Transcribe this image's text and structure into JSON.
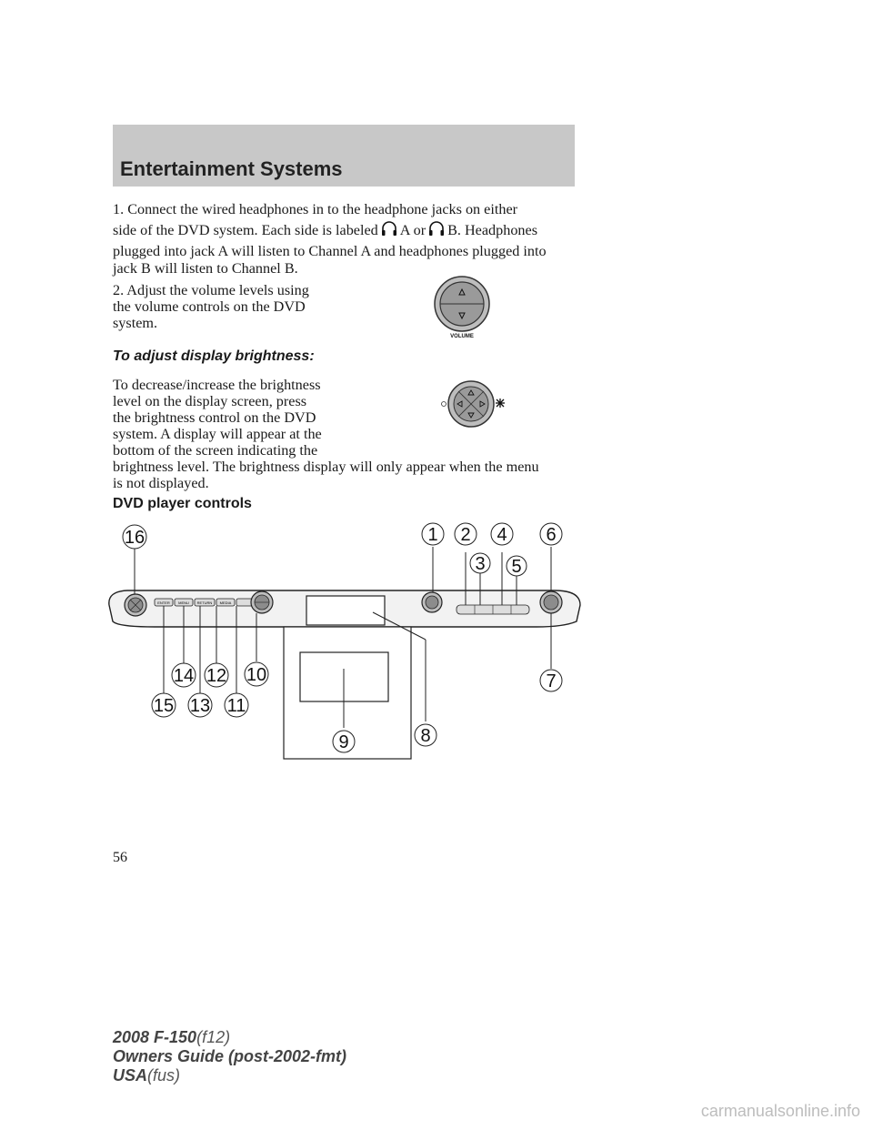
{
  "header": {
    "title": "Entertainment Systems"
  },
  "step1": {
    "line1": "1. Connect the wired headphones in to the headphone jacks on either",
    "line2_a": "side of the DVD system. Each side is labeled",
    "line2_b": "A or",
    "line2_c": "B. Headphones",
    "line3": "plugged into jack A will listen to Channel A and headphones plugged into",
    "line4": "jack B will listen to Channel B."
  },
  "step2": {
    "line1": "2. Adjust the volume levels using",
    "line2": "the volume controls on the DVD",
    "line3": "system."
  },
  "volume_figure": {
    "label": "VOLUME"
  },
  "brightness": {
    "heading": "To adjust display brightness:",
    "line1": "To decrease/increase the brightness",
    "line2": "level on the display screen, press",
    "line3": "the brightness control on the DVD",
    "line4": "system. A display will appear at the",
    "line5": "bottom of the screen indicating the",
    "line6": "brightness level. The brightness display will only appear when the menu",
    "line7": "is not displayed."
  },
  "dvd_controls": {
    "heading": "DVD player controls",
    "button_labels": [
      "ENTER",
      "MENU",
      "RETURN",
      "MEDIA"
    ],
    "callouts": [
      "1",
      "2",
      "3",
      "4",
      "5",
      "6",
      "7",
      "8",
      "9",
      "10",
      "11",
      "12",
      "13",
      "14",
      "15",
      "16"
    ]
  },
  "page_number": "56",
  "footer": {
    "model": "2008 F-150",
    "model_code": "(f12)",
    "guide": "Owners Guide (post-2002-fmt)",
    "region": "USA",
    "region_code": "(fus)"
  },
  "watermark": "carmanualsonline.info"
}
